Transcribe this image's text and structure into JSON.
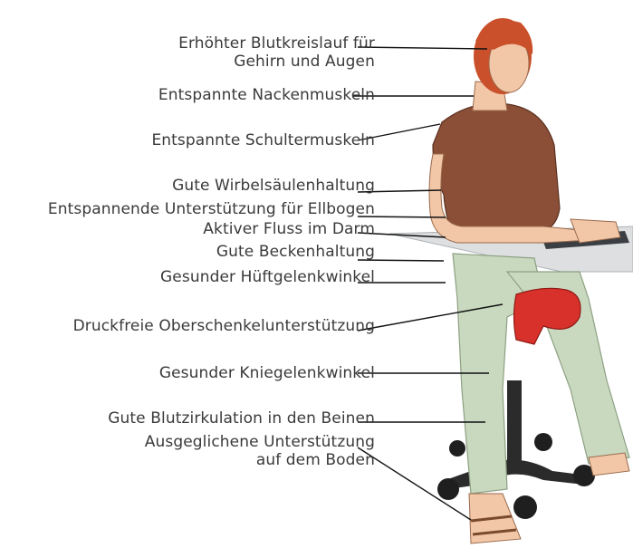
{
  "labels": {
    "circulation_line1": "Erhöhter Blutkreislauf für",
    "circulation_line2": "Gehirn und Augen",
    "neck": "Entspannte Nackenmuskeln",
    "shoulders": "Entspannte Schultermuskeln",
    "spine": "Gute Wirbelsäulenhaltung",
    "elbow": "Entspannende Unterstützung für Ellbogen",
    "bowel": "Aktiver Fluss im Darm",
    "pelvis": "Gute Beckenhaltung",
    "hip": "Gesunder Hüftgelenkwinkel",
    "thigh": "Druckfreie Oberschenkelunterstützung",
    "knee": "Gesunder Kniegelenkwinkel",
    "legs": "Gute Blutzirkulation in den Beinen",
    "floor_line1": "Ausgeglichene Unterstützung",
    "floor_line2": "auf dem Boden"
  },
  "colors": {
    "skin": "#f2c7a8",
    "hair": "#c9502a",
    "shirt": "#8a4f36",
    "pants": "#c9d9bf",
    "seat": "#d8302a",
    "desk": "#d5d8da",
    "base": "#2b2b2b"
  }
}
